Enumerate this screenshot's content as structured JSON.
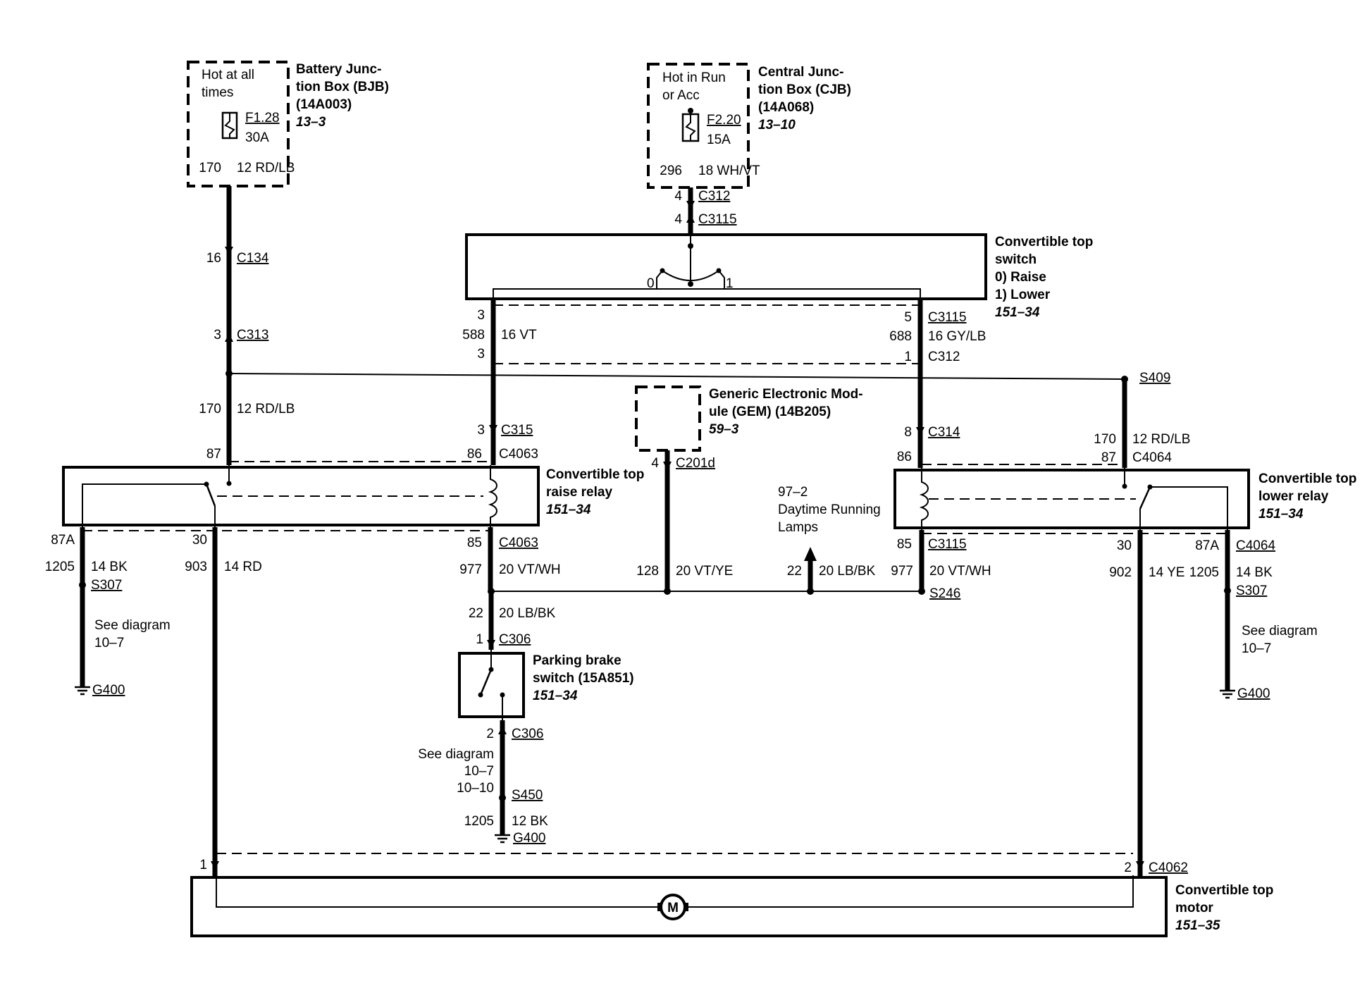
{
  "bjb": {
    "line1": "Battery Junc-",
    "line2": "tion Box (BJB)",
    "line3": "(14A003)",
    "ref": "13–3",
    "hot1": "Hot at all",
    "hot2": "times",
    "fuse": "F1.28",
    "amp": "30A"
  },
  "cjb": {
    "line1": "Central Junc-",
    "line2": "tion Box (CJB)",
    "line3": "(14A068)",
    "ref": "13–10",
    "hot1": "Hot in Run",
    "hot2": "or Acc",
    "fuse": "F2.20",
    "amp": "15A"
  },
  "wires": {
    "c170": "170",
    "g170": "12 RD/LB",
    "c296": "296",
    "g296": "18 WH/VT",
    "c588": "588",
    "g588": "16 VT",
    "c688": "688",
    "g688": "16 GY/LB",
    "c170b": "170",
    "g170b": "12 RD/LB",
    "c170c": "170",
    "g170c": "12 RD/LB",
    "c1205a": "1205",
    "g1205a": "14 BK",
    "c903": "903",
    "g903": "14 RD",
    "c977a": "977",
    "g977a": "20 VT/WH",
    "c22a": "22",
    "g22a": "20 LB/BK",
    "c128": "128",
    "g128": "20 VT/YE",
    "c22b": "22",
    "g22b": "20 LB/BK",
    "c977b": "977",
    "g977b": "20 VT/WH",
    "c902": "902",
    "g902": "14 YE",
    "c1205b": "1205",
    "g1205b": "14 BK",
    "c1205c": "1205",
    "g1205c": "12 BK"
  },
  "connectors": {
    "c312a": "C312",
    "p312a": "4",
    "c3115a": "C3115",
    "p3115a": "4",
    "c134": "C134",
    "p134": "16",
    "c313": "C313",
    "p313": "3",
    "l_top": "3",
    "l_bot": "3",
    "c3115b": "C3115",
    "p3115b": "5",
    "c312b": "C312",
    "p312b": "1",
    "c315": "C315",
    "p315": "3",
    "c314": "C314",
    "p314": "8",
    "s409": "S409",
    "c4063a": "C4063",
    "p87": "87",
    "p86a": "86",
    "c4064a": "C4064",
    "p86b": "86",
    "p87b": "87",
    "c201d": "C201d",
    "p201d": "4",
    "p87a": "87A",
    "p30a": "30",
    "c4063b": "C4063",
    "p85a": "85",
    "p85b": "85",
    "p30b": "30",
    "c4064b": "C4064",
    "p87ab": "87A",
    "s307a": "S307",
    "s307b": "S307",
    "s246": "S246",
    "c306a": "C306",
    "p306a": "1",
    "c306b": "C306",
    "p306b": "2",
    "s450": "S450",
    "g400a": "G400",
    "g400b": "G400",
    "g400c": "G400",
    "p1": "1",
    "c4062": "C4062",
    "p2": "2"
  },
  "switch": {
    "line1": "Convertible top",
    "line2": "switch",
    "opt0": "0)    Raise",
    "opt1": "1)    Lower",
    "ref": "151–34",
    "pos0": "0",
    "pos1": "1"
  },
  "gem": {
    "line1": "Generic Electronic Mod-",
    "line2": "ule (GEM) (14B205)",
    "ref": "59–3"
  },
  "drl": {
    "line1": "97–2",
    "line2": "Daytime Running",
    "line3": "Lamps"
  },
  "raise_relay": {
    "line1": "Convertible top",
    "line2": "raise relay",
    "ref": "151–34"
  },
  "lower_relay": {
    "line1": "Convertible top",
    "line2": "lower relay",
    "ref": "151–34"
  },
  "park_brake": {
    "line1": "Parking brake",
    "line2": "switch (15A851)",
    "ref": "151–34"
  },
  "motor": {
    "line1": "Convertible top",
    "line2": "motor",
    "ref": "151–35",
    "symbol": "M"
  },
  "see_left": {
    "line1": "See diagram",
    "line2": "10–7"
  },
  "see_right": {
    "line1": "See diagram",
    "line2": "10–7"
  },
  "see_mid": {
    "line1": "See diagram",
    "line2": "10–7",
    "line3": "10–10"
  }
}
